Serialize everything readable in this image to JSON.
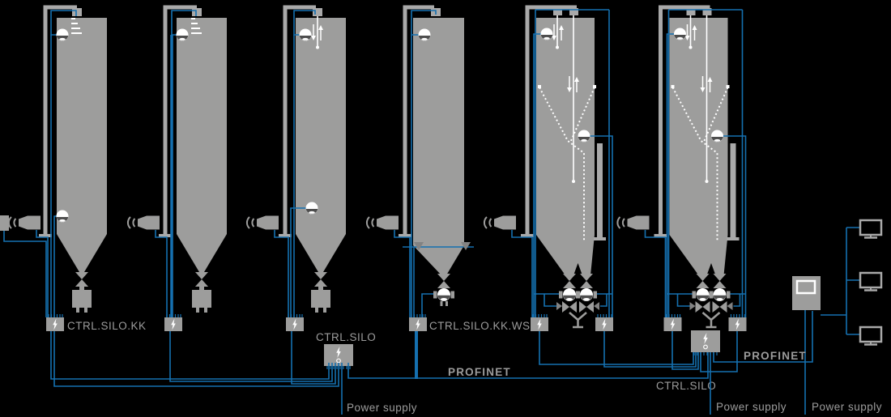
{
  "diagram": {
    "title_visible": false,
    "silo_count": 6,
    "labels": {
      "silo1_controller": "CTRL.SILO.KK",
      "central_controller": "CTRL.SILO",
      "silo4_controller": "CTRL.SILO.KK.WS",
      "profinet_center": "PROFINET",
      "right_controller": "CTRL.SILO",
      "profinet_right": "PROFINET",
      "power_supply_center": "Power supply",
      "power_supply_mid": "Power supply",
      "power_supply_right": "Power supply"
    },
    "colors": {
      "background": "#000000",
      "silo_body": "#9d9d9c",
      "pipe_frame": "#a9a9a9",
      "cable_blue": "#1570b0",
      "device_white": "#ffffff",
      "sensor_band": "#4e4e4e",
      "label_text": "#9c9c9c",
      "actuator_dark": "#828282"
    },
    "icons": {
      "level_sensor": "half-filled-circle",
      "radar_waves": "stacked-dashes",
      "acoustic_horn": "horn-with-arcs",
      "plumb_bob": "down-up-arrows-with-line",
      "butterfly_valve": "bowtie-triangles",
      "discharge_gauge": "circle-with-tabs",
      "vibrator": "triangle-on-line",
      "control_box": "box-with-lightning",
      "main_control_box": "box-with-lightning-and-ring",
      "hmi_panel": "gray-panel-with-screen",
      "workstation_monitor": "outlined-monitor"
    }
  }
}
